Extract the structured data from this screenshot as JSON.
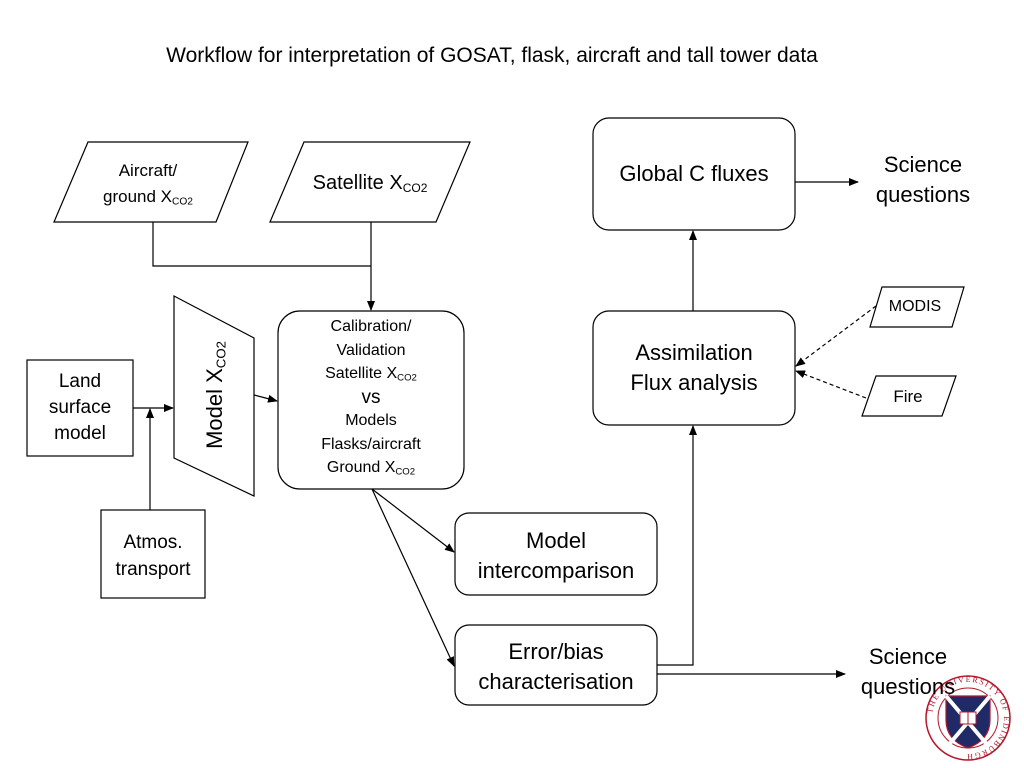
{
  "title": "Workflow for interpretation of GOSAT, flask, aircraft and tall tower data",
  "nodes": {
    "aircraft": {
      "line1": "Aircraft/",
      "line2": "ground X",
      "sub": "CO2"
    },
    "satellite": {
      "text": "Satellite X",
      "sub": "CO2"
    },
    "model_xco2": {
      "text": "Model X",
      "sub": "CO2"
    },
    "land_surface": {
      "line1": "Land",
      "line2": "surface",
      "line3": "model"
    },
    "atmos": {
      "line1": "Atmos.",
      "line2": "transport"
    },
    "calibration": {
      "line1": "Calibration/",
      "line2": "Validation",
      "line3": "Satellite X",
      "line3_sub": "CO2",
      "line4": "vs",
      "line5": "Models",
      "line6": "Flasks/aircraft",
      "line7": "Ground X",
      "line7_sub": "CO2"
    },
    "model_intercomparison": {
      "line1": "Model",
      "line2": "intercomparison"
    },
    "error_bias": {
      "line1": "Error/bias",
      "line2": "characterisation"
    },
    "assimilation": {
      "line1": "Assimilation",
      "line2": "Flux analysis"
    },
    "global_c": {
      "text": "Global C fluxes"
    },
    "science_top": {
      "line1": "Science",
      "line2": "questions"
    },
    "science_bottom": {
      "line1": "Science",
      "line2": "questions"
    },
    "modis": {
      "text": "MODIS"
    },
    "fire": {
      "text": "Fire"
    }
  },
  "logo": {
    "text": "THE UNIVERSITY OF EDINBURGH",
    "primary_color": "#b5162b",
    "secondary_color": "#1f2a66"
  }
}
